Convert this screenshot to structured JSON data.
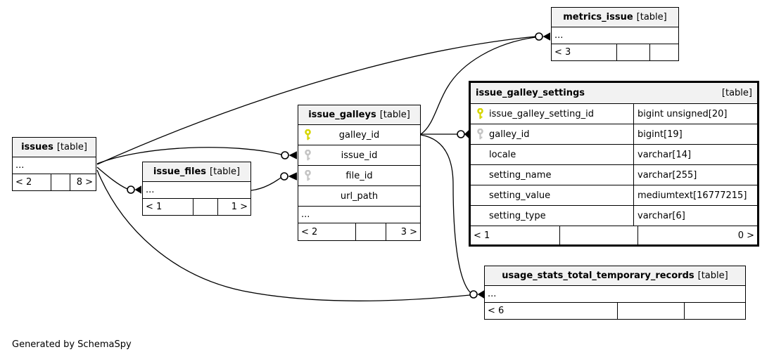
{
  "diagram": {
    "footer": "Generated by SchemaSpy",
    "colors": {
      "header_bg": "#f2f2f2",
      "line": "#000000",
      "pk_key": "#d6d600",
      "fk_key": "#c4c4c4"
    }
  },
  "tables": {
    "issues": {
      "name": "issues",
      "suffix": "[table]",
      "more": "...",
      "stats": {
        "left": "< 2",
        "mid": "",
        "right": "8 >"
      }
    },
    "issue_files": {
      "name": "issue_files",
      "suffix": "[table]",
      "more": "...",
      "stats": {
        "left": "< 1",
        "mid": "",
        "right": "1 >"
      }
    },
    "issue_galleys": {
      "name": "issue_galleys",
      "suffix": "[table]",
      "more": "...",
      "columns": [
        {
          "name": "galley_id",
          "key": "pk"
        },
        {
          "name": "issue_id",
          "key": "fk"
        },
        {
          "name": "file_id",
          "key": "fk"
        },
        {
          "name": "url_path",
          "key": ""
        }
      ],
      "stats": {
        "left": "< 2",
        "mid": "",
        "right": "3 >"
      }
    },
    "issue_galley_settings": {
      "name": "issue_galley_settings",
      "suffix": "[table]",
      "columns": [
        {
          "name": "issue_galley_setting_id",
          "type": "bigint unsigned[20]",
          "key": "pk"
        },
        {
          "name": "galley_id",
          "type": "bigint[19]",
          "key": "fk"
        },
        {
          "name": "locale",
          "type": "varchar[14]",
          "key": ""
        },
        {
          "name": "setting_name",
          "type": "varchar[255]",
          "key": ""
        },
        {
          "name": "setting_value",
          "type": "mediumtext[16777215]",
          "key": ""
        },
        {
          "name": "setting_type",
          "type": "varchar[6]",
          "key": ""
        }
      ],
      "stats": {
        "left": "< 1",
        "mid": "",
        "right": "0 >"
      }
    },
    "metrics_issue": {
      "name": "metrics_issue",
      "suffix": "[table]",
      "more": "...",
      "stats": {
        "left": "< 3",
        "mid": "",
        "right": ""
      }
    },
    "usage_stats_total_temporary_records": {
      "name": "usage_stats_total_temporary_records",
      "suffix": "[table]",
      "more": "...",
      "stats": {
        "left": "< 6",
        "mid": "",
        "right": ""
      }
    }
  }
}
